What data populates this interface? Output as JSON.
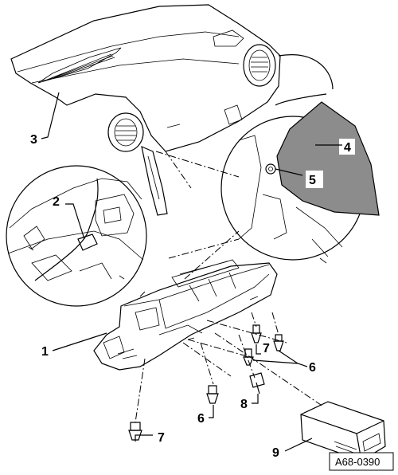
{
  "callouts": [
    {
      "id": "1",
      "text": "1"
    },
    {
      "id": "2",
      "text": "2"
    },
    {
      "id": "3",
      "text": "3"
    },
    {
      "id": "4",
      "text": "4"
    },
    {
      "id": "5",
      "text": "5"
    },
    {
      "id": "6a",
      "text": "6"
    },
    {
      "id": "6b",
      "text": "6"
    },
    {
      "id": "7a",
      "text": "7"
    },
    {
      "id": "7b",
      "text": "7"
    },
    {
      "id": "8",
      "text": "8"
    },
    {
      "id": "9",
      "text": "9"
    }
  ],
  "figure_ref": "A68-0390",
  "colors": {
    "line": "#000000",
    "panel_fill": "#8c8c8c",
    "background": "#ffffff"
  }
}
